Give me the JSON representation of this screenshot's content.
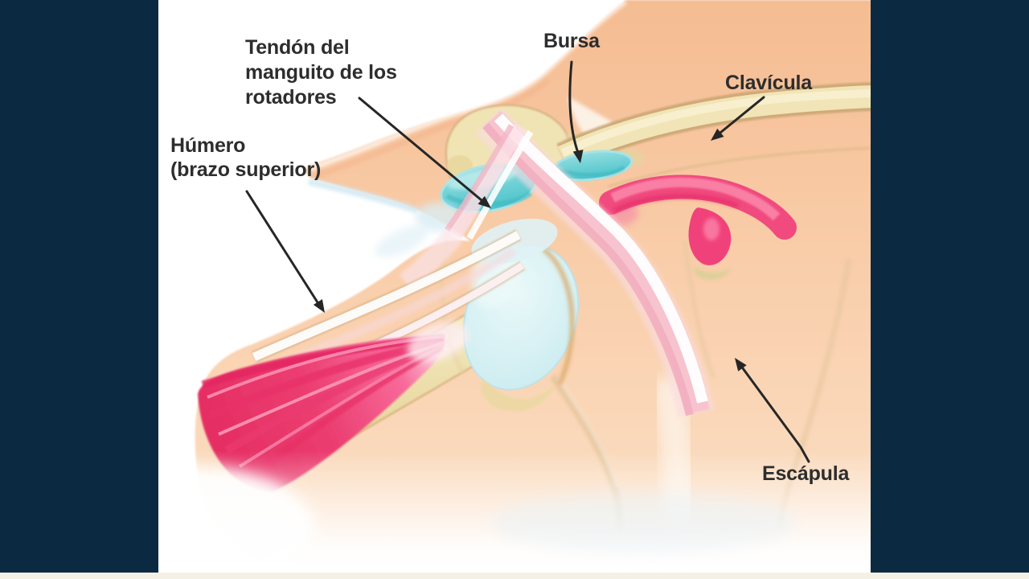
{
  "theme": {
    "backdrop": "#0b2a41",
    "canvas": "#ffffff",
    "bottom_strip": "#f4f0e5",
    "label_color": "#2d2d2d",
    "skin": "#f8cba4",
    "bone": "#efe2b0",
    "bone_outline": "#cfa878",
    "cartilage_blue": "#cdeef2",
    "bursa_teal": "#62cfd0",
    "muscle_magenta": "#f1487d",
    "muscle_deep_pink": "#e8326b",
    "tendon_pink": "#f5bcc9",
    "arrow_color": "#262626"
  },
  "diagram": {
    "labels": [
      {
        "id": "rotator-cuff-tendon",
        "lines": [
          "Tendón del",
          "manguito de los",
          "rotadores"
        ]
      },
      {
        "id": "bursa",
        "lines": [
          "Bursa"
        ]
      },
      {
        "id": "clavicle",
        "lines": [
          "Clavícula"
        ]
      },
      {
        "id": "humerus",
        "lines": [
          "Húmero",
          "(brazo superior)"
        ]
      },
      {
        "id": "scapula",
        "lines": [
          "Escápula"
        ]
      }
    ]
  }
}
